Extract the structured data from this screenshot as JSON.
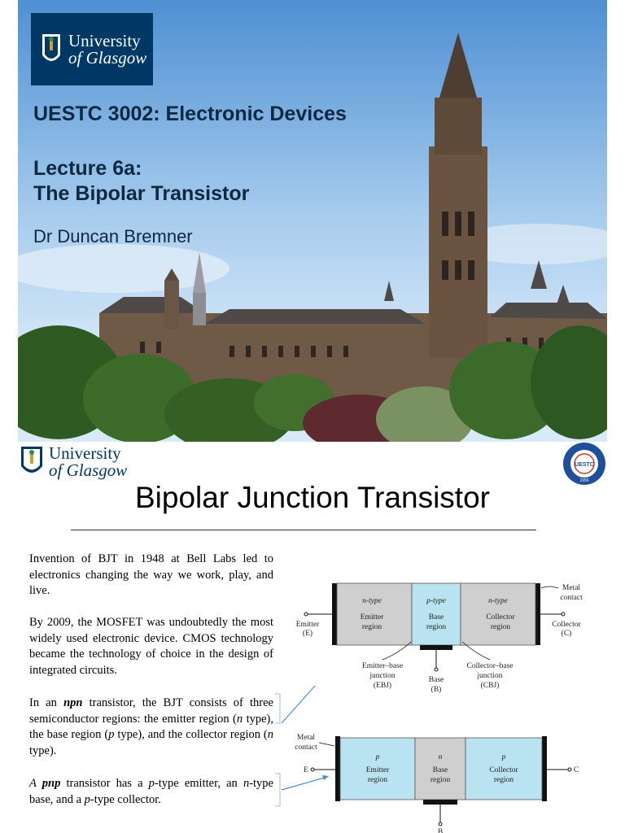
{
  "slide1": {
    "logo": {
      "line1": "University",
      "line2": "of Glasgow"
    },
    "course_title": "UESTC 3002: Electronic Devices",
    "lecture_line1": "Lecture 6a:",
    "lecture_line2": "The Bipolar Transistor",
    "author": "Dr Duncan Bremner"
  },
  "slide2": {
    "logo": {
      "line1": "University",
      "line2": "of Glasgow"
    },
    "seal_text": "UESTC",
    "seal_year": "1956",
    "title": "Bipolar Junction Transistor",
    "paragraphs": {
      "p1": "Invention of BJT in 1948 at Bell Labs led to electronics changing the way we work, play, and live.",
      "p2": "By 2009, the MOSFET was undoubtedly the most widely used electronic device. CMOS technology became the technology of choice in the design of integrated circuits.",
      "p3_a": "In an ",
      "p3_b": "npn",
      "p3_c": " transistor, the BJT consists of three semiconductor regions: the emitter region (",
      "p3_d": "n",
      "p3_e": " type), the base region (",
      "p3_f": "p",
      "p3_g": " type), and the collector region (",
      "p3_h": "n",
      "p3_i": " type).",
      "p4_a": "A ",
      "p4_b": "pnp",
      "p4_c": " transistor has a ",
      "p4_d": "p",
      "p4_e": "-type emitter, an ",
      "p4_f": "n",
      "p4_g": "-type base, and a ",
      "p4_h": "p",
      "p4_i": "-type collector."
    },
    "npn_diagram": {
      "type_emitter": "n-type",
      "type_base": "p-type",
      "type_collector": "n-type",
      "emitter_region_1": "Emitter",
      "emitter_region_2": "region",
      "base_region_1": "Base",
      "base_region_2": "region",
      "collector_region_1": "Collector",
      "collector_region_2": "region",
      "metal_contact_1": "Metal",
      "metal_contact_2": "contact",
      "emitter_term_1": "Emitter",
      "emitter_term_2": "(E)",
      "collector_term_1": "Collector",
      "collector_term_2": "(C)",
      "ebj_1": "Emitter–base",
      "ebj_2": "junction",
      "ebj_3": "(EBJ)",
      "cbj_1": "Collector–base",
      "cbj_2": "junction",
      "cbj_3": "(CBJ)",
      "base_term_1": "Base",
      "base_term_2": "(B)"
    },
    "pnp_diagram": {
      "metal_contact_1": "Metal",
      "metal_contact_2": "contact",
      "emitter_type": "p",
      "base_type": "n",
      "collector_type": "p",
      "emitter_region_1": "Emitter",
      "emitter_region_2": "region",
      "base_region_1": "Base",
      "base_region_2": "region",
      "collector_region_1": "Collector",
      "collector_region_2": "region",
      "e_term": "E",
      "c_term": "C",
      "b_term": "B"
    }
  }
}
